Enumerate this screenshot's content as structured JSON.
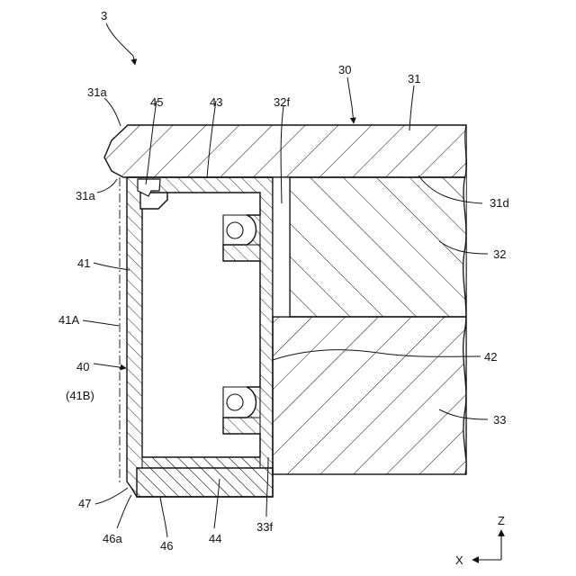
{
  "labels": {
    "fig_ref": "3",
    "l30": "30",
    "l31": "31",
    "l31a_top": "31a",
    "l31a_bot": "31a",
    "l45": "45",
    "l43": "43",
    "l32f": "32f",
    "l31d": "31d",
    "l32": "32",
    "l41": "41",
    "l41A": "41A",
    "l40": "40",
    "l41B": "(41B)",
    "l42": "42",
    "l33": "33",
    "l47": "47",
    "l33f": "33f",
    "l46a": "46a",
    "l46": "46",
    "l44": "44",
    "axis_z": "Z",
    "axis_x": "X"
  }
}
